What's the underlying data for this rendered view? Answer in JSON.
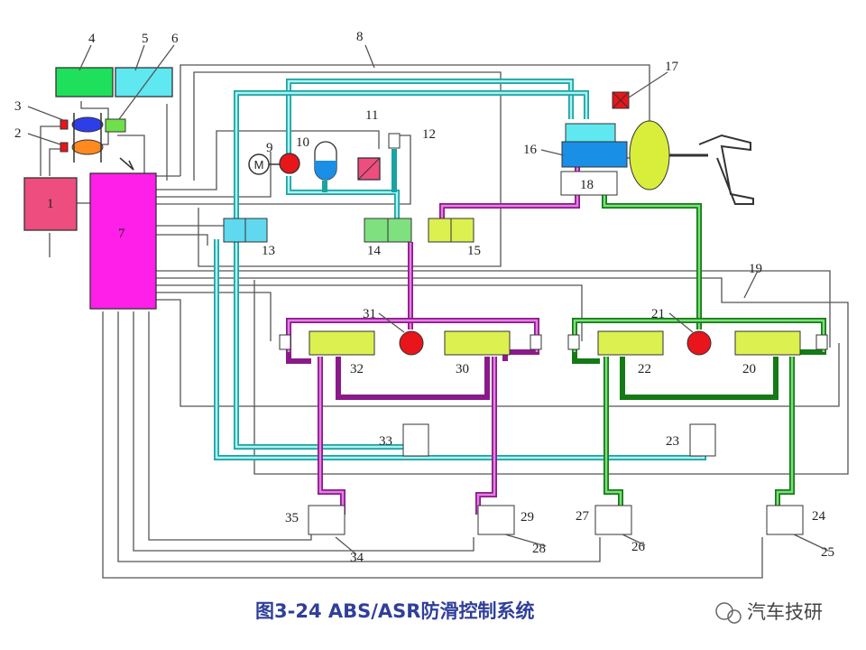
{
  "caption": "图3-24  ABS/ASR防滑控制系统",
  "watermark": "汽车技研",
  "labels": {
    "n1": "1",
    "n2": "2",
    "n3": "3",
    "n4": "4",
    "n5": "5",
    "n6": "6",
    "n7": "7",
    "n8": "8",
    "n9": "9",
    "n10": "10",
    "n11": "11",
    "n12": "12",
    "n13": "13",
    "n14": "14",
    "n15": "15",
    "n16": "16",
    "n17": "17",
    "n18": "18",
    "n19": "19",
    "n20": "20",
    "n21": "21",
    "n22": "22",
    "n23": "23",
    "n24": "24",
    "n25": "25",
    "n26": "26",
    "n27": "27",
    "n28": "28",
    "n29": "29",
    "n30": "30",
    "n31": "31",
    "n32": "32",
    "n33": "33",
    "n34": "34",
    "n35": "35"
  },
  "colors": {
    "ecu": "#ff1fe8",
    "controller1": "#ee4d7f",
    "box4": "#1fe05a",
    "box5": "#5fe8f0",
    "pump": "#e8151a",
    "accumulator": "#9fd6f0",
    "valve_green": "#7fe07f",
    "valve_yellow": "#dcf050",
    "master_cylinder": "#1a8fe6",
    "booster": "#d8ee3a",
    "cyan_line": "#1aa3a3",
    "magenta_line": "#8a1a8a",
    "green_line": "#157a15",
    "caption": "#2f3f9a"
  }
}
